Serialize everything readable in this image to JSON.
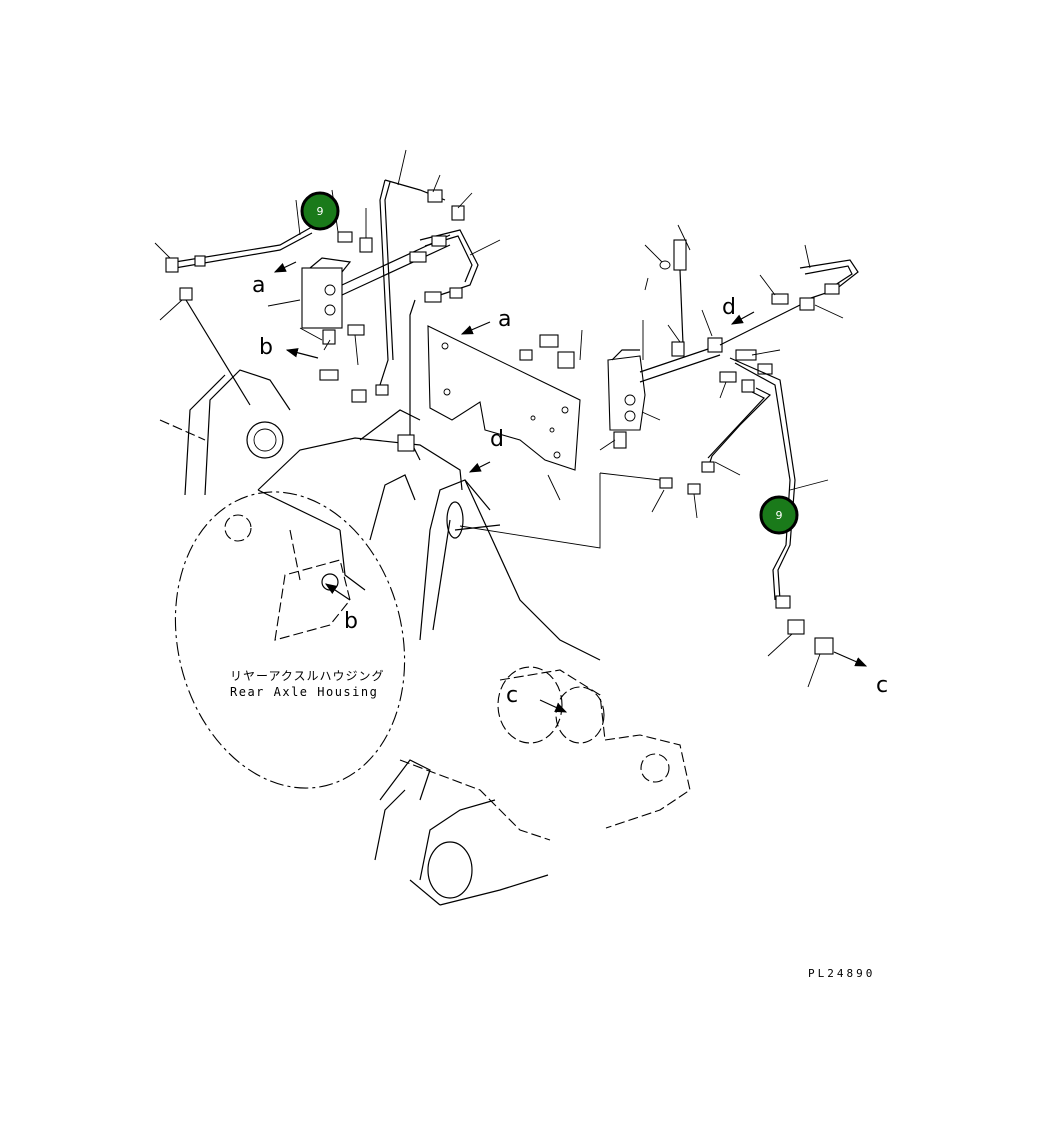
{
  "housing_label": {
    "jp": "リヤーアクスルハウジング",
    "en": "Rear Axle Housing"
  },
  "drawing_code": "PL24890",
  "badges": [
    "9",
    "9"
  ],
  "arrow_labels": {
    "a_left": "a",
    "a_right": "a",
    "b_top": "b",
    "b_housing": "b",
    "c_right": "c",
    "c_housing": "c",
    "d_right": "d",
    "d_center": "d"
  }
}
